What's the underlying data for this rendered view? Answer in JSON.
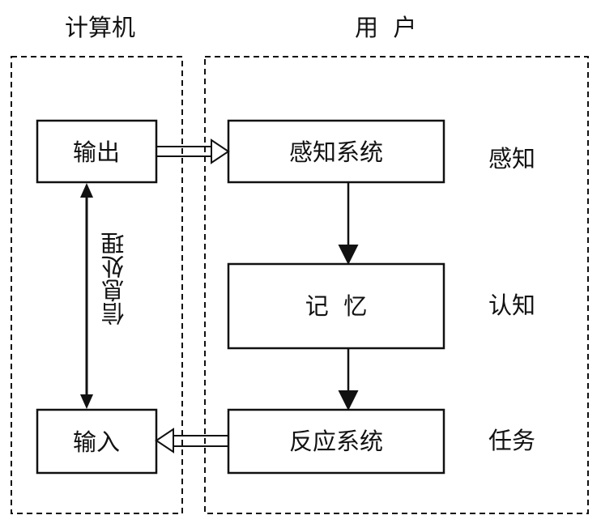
{
  "computer": {
    "title": "计算机",
    "output": "输出",
    "input": "输入",
    "process": "信息处理"
  },
  "user": {
    "title": "用  户",
    "perception_system": "感知系统",
    "memory": "记  忆",
    "response_system": "反应系统"
  },
  "stages": {
    "perception": "感知",
    "cognition": "认知",
    "task": "任务"
  }
}
